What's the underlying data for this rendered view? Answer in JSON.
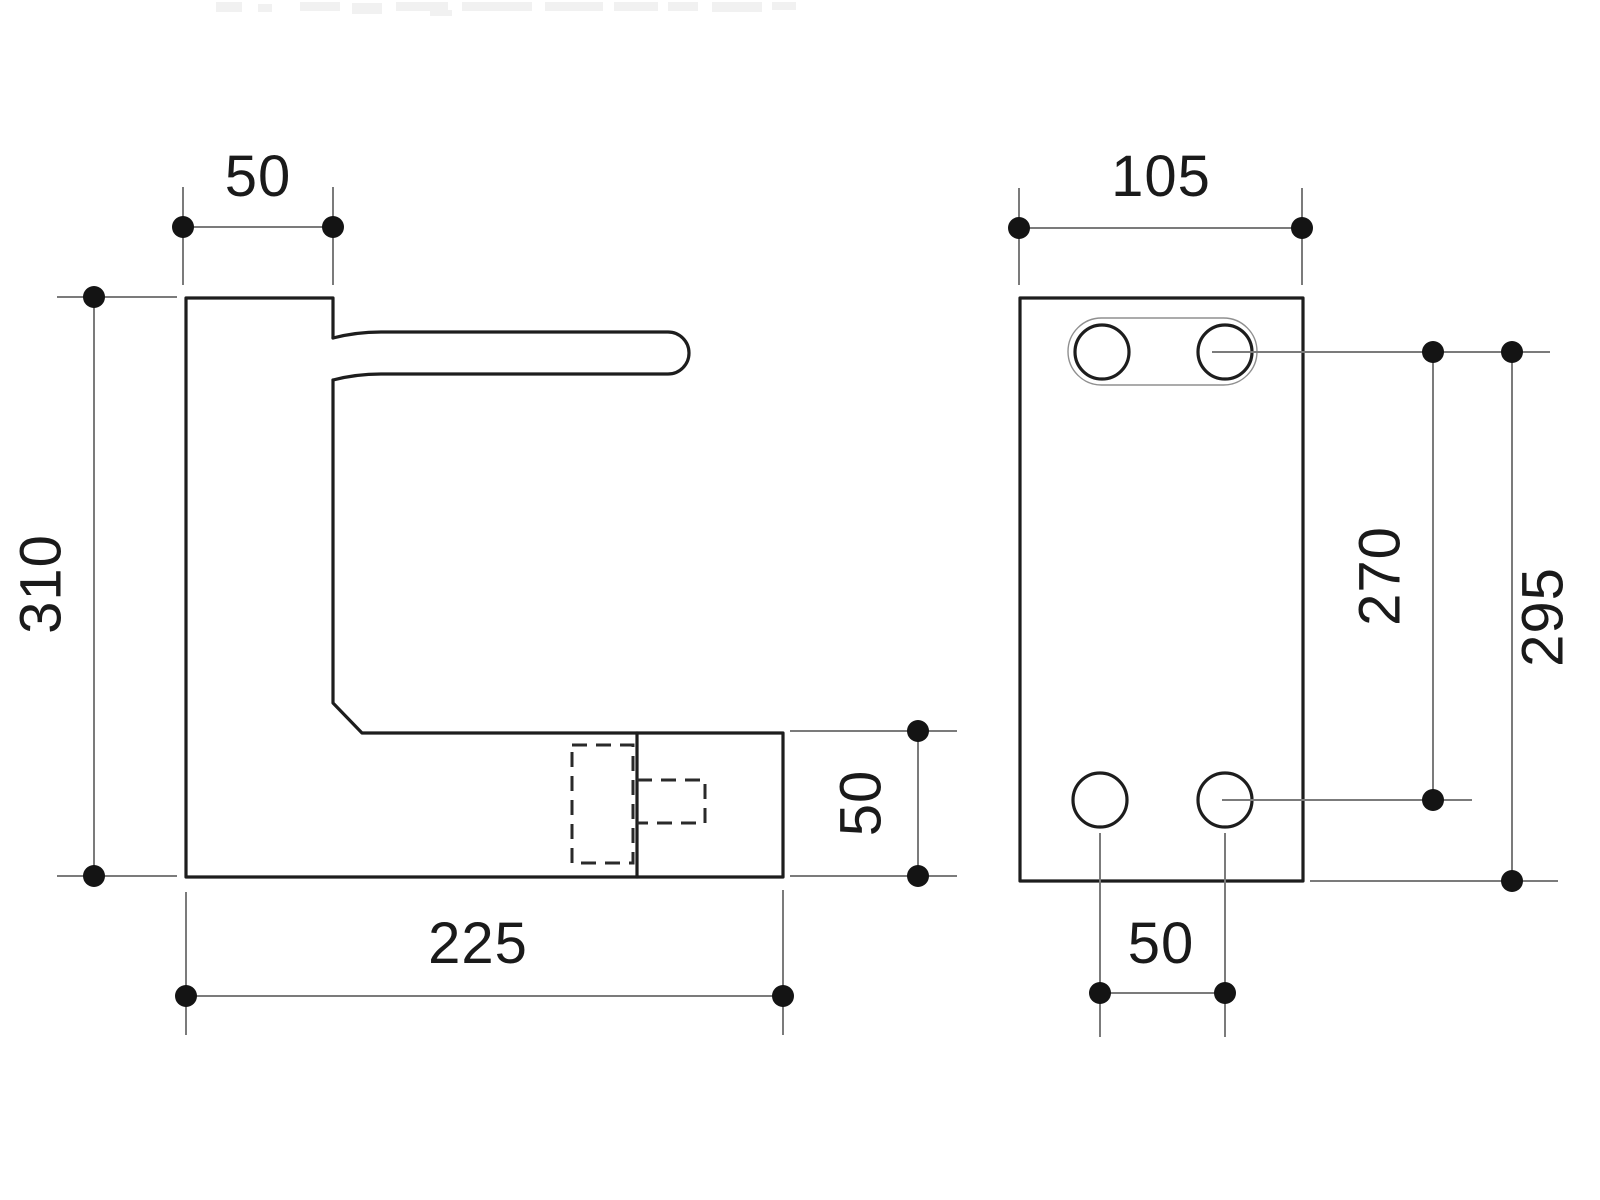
{
  "colors": {
    "outline": "#1d1d1d",
    "dimension_line": "#7b7b7b",
    "label_text": "#1a1a1a",
    "thin_outline": "#8f8f8f",
    "background": "#ffffff"
  },
  "side_view": {
    "dims": {
      "body_width_top": "50",
      "total_height": "310",
      "base_depth": "225",
      "valve_block_height": "50"
    }
  },
  "front_view": {
    "dims": {
      "plate_width": "105",
      "hole_centres_vertical": "270",
      "height_to_plate_bottom": "295",
      "hole_centres_horizontal": "50"
    }
  }
}
